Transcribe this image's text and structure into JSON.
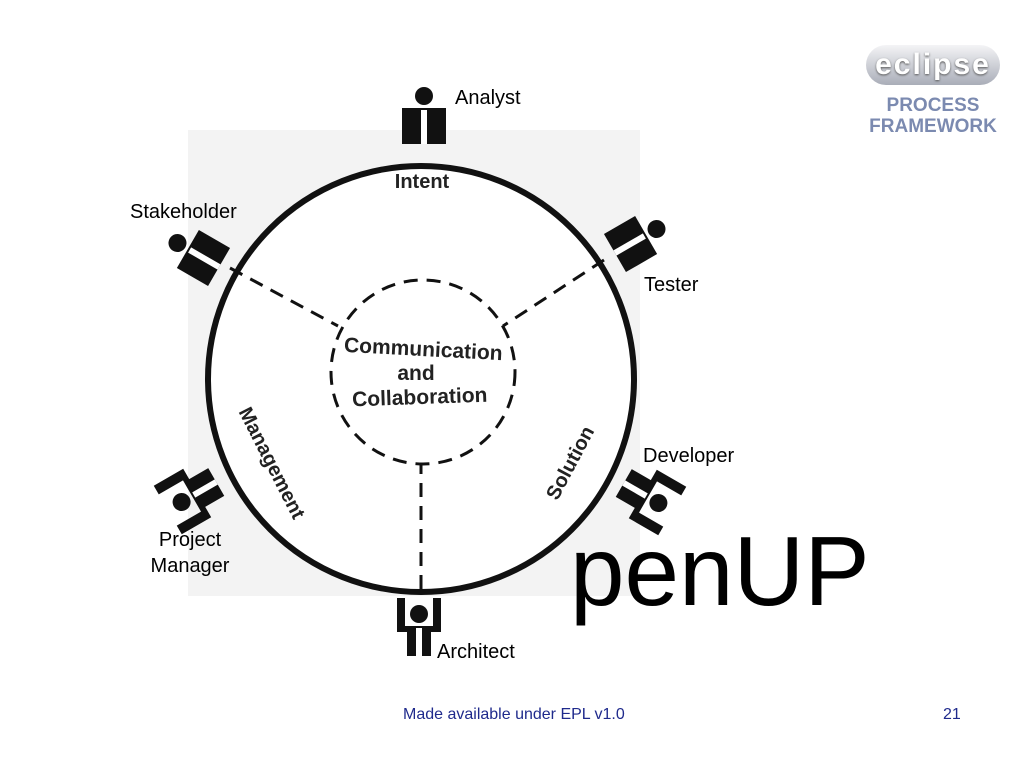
{
  "diagram": {
    "center_label": [
      "Communication",
      "and",
      "Collaboration"
    ],
    "ring_labels": {
      "top": "Intent",
      "right": "Solution",
      "left": "Management"
    },
    "roles": {
      "analyst": "Analyst",
      "stakeholder": "Stakeholder",
      "tester": "Tester",
      "developer": "Developer",
      "project_manager_line1": "Project",
      "project_manager_line2": "Manager",
      "architect": "Architect"
    }
  },
  "title": "penUP",
  "logo": {
    "word": "eclipse",
    "line1": "PROCESS",
    "line2": "FRAMEWORK"
  },
  "footer": {
    "license": "Made available under EPL v1.0",
    "page_number": "21"
  }
}
